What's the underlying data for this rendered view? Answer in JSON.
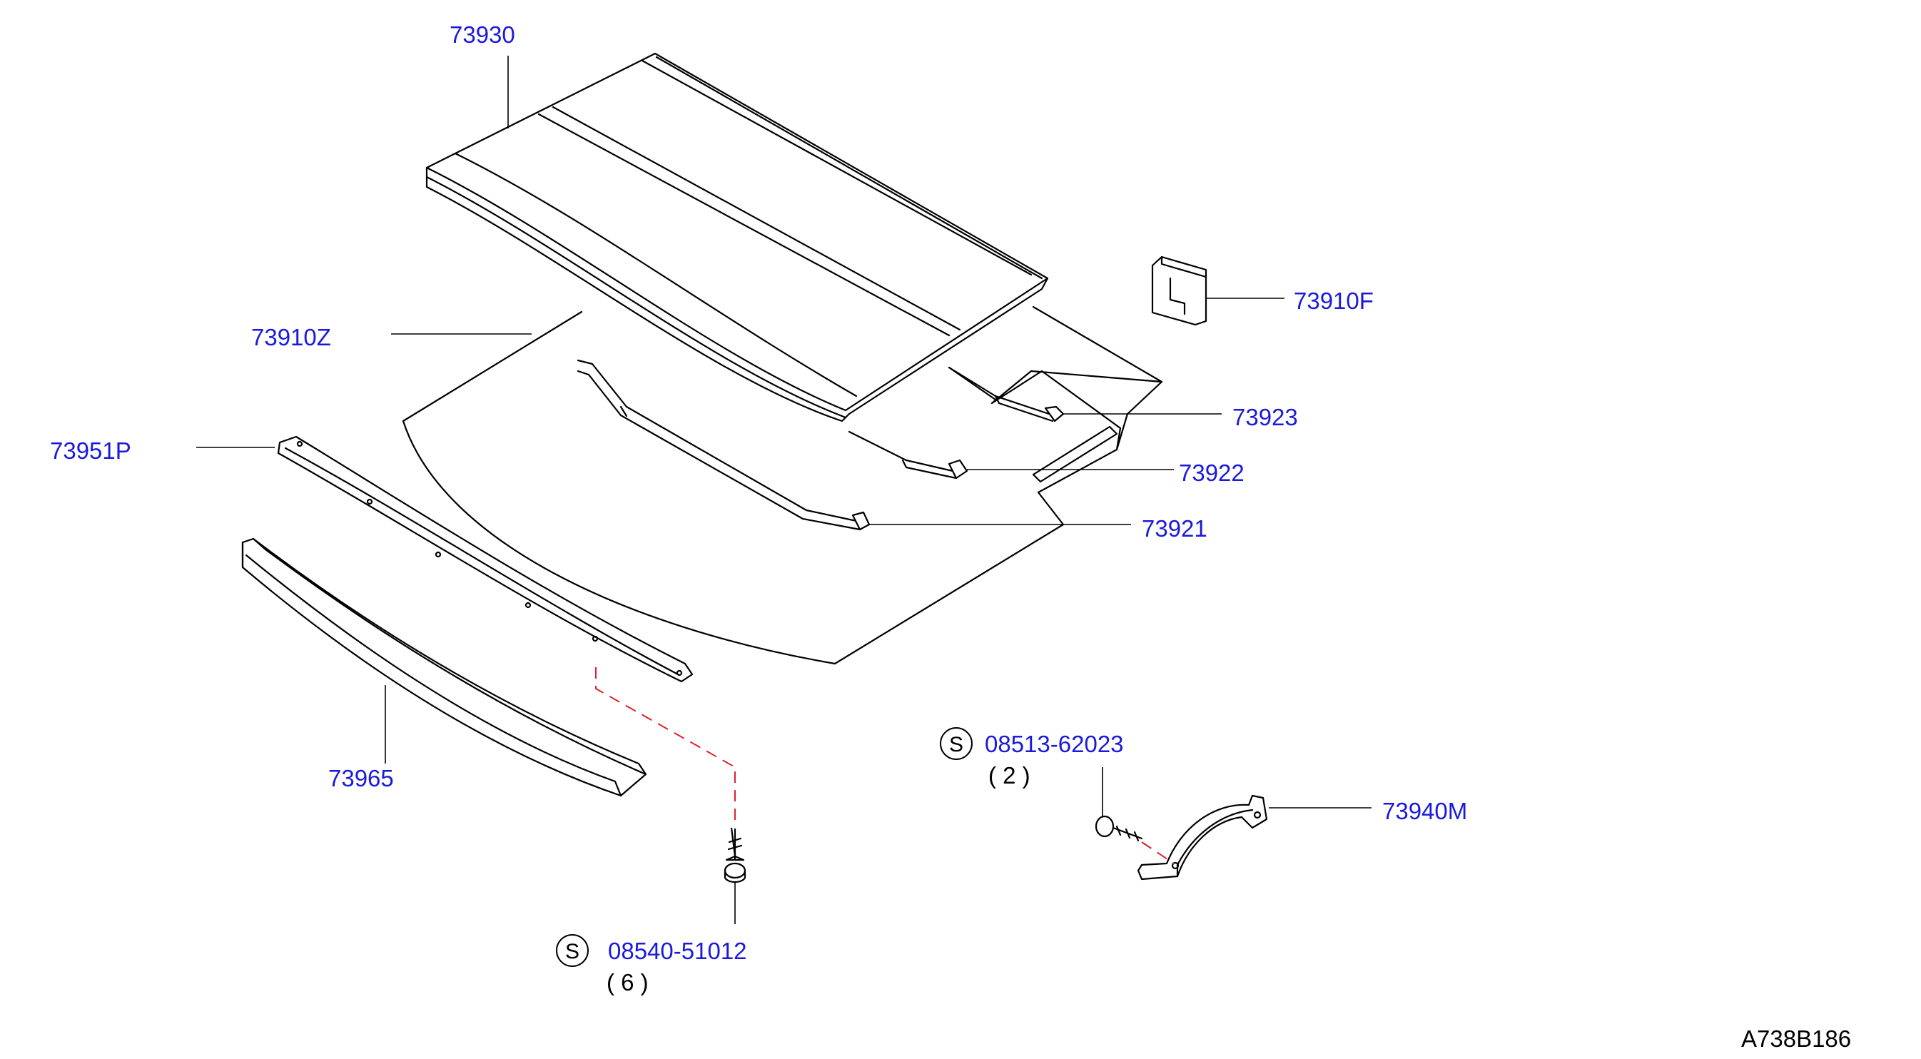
{
  "colors": {
    "label": "#1a1adc",
    "line": "#000000",
    "dash": "#e0202a"
  },
  "parts": {
    "p73930": "73930",
    "p73910Z": "73910Z",
    "p73910F": "73910F",
    "p73951P": "73951P",
    "p73923": "73923",
    "p73922": "73922",
    "p73921": "73921",
    "p73965": "73965",
    "p73940M": "73940M"
  },
  "fasteners": {
    "clip_screw": {
      "symbol": "S",
      "part": "08513-62023",
      "qty": "( 2 )"
    },
    "trim_screw": {
      "symbol": "S",
      "part": "08540-51012",
      "qty": "( 6 )"
    }
  },
  "reference_code": "A738B186"
}
